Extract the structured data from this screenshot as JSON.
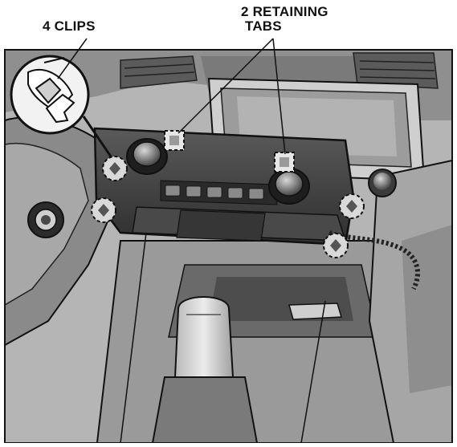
{
  "callouts": {
    "clips": {
      "text": "4 CLIPS"
    },
    "tabs": {
      "line1": "2 RETAINING",
      "line2": "TABS"
    }
  },
  "palette": {
    "background": "#ffffff",
    "panel_dark": "#3a3a3a",
    "panel_mid": "#6e6e6e",
    "trim_light": "#d4d4d4",
    "trim_shade": "#a8a8a8",
    "line": "#111111",
    "highlight": "#f2f2f2"
  }
}
